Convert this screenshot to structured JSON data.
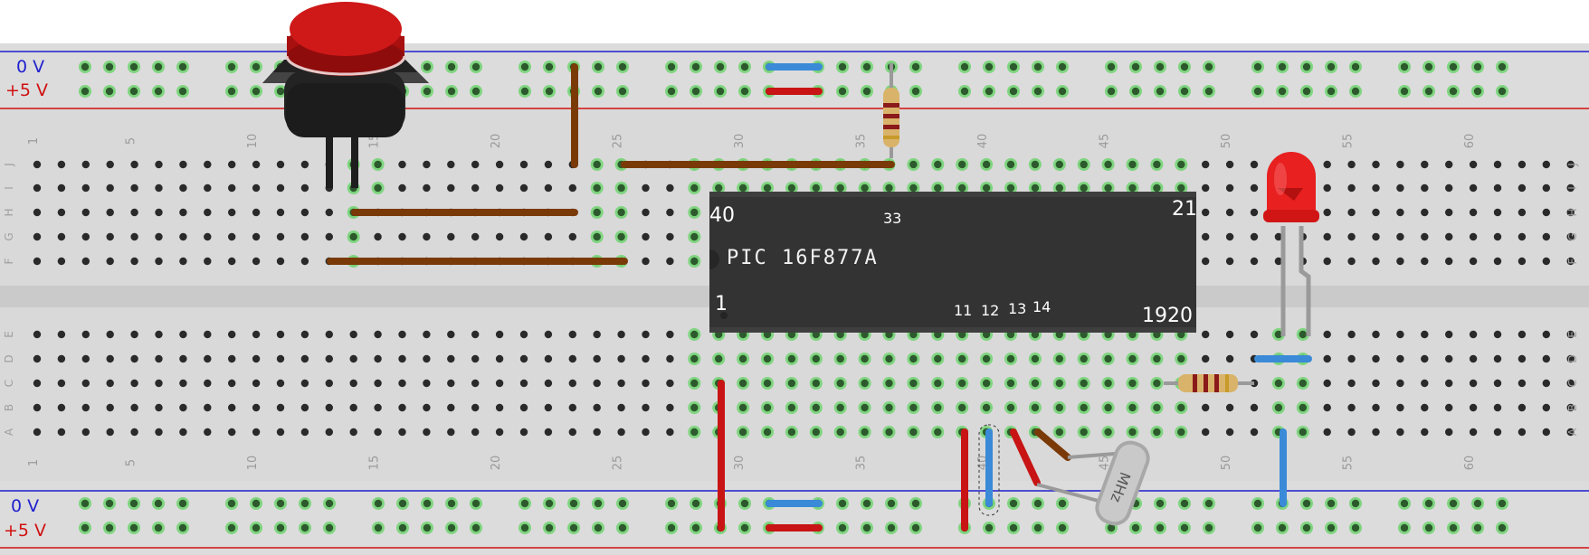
{
  "rails": {
    "top_neg": "0 V",
    "top_pos": "+5 V",
    "bottom_neg": "0 V",
    "bottom_pos": "+5 V"
  },
  "column_numbers": [
    "1",
    "5",
    "10",
    "15",
    "20",
    "25",
    "30",
    "35",
    "40",
    "45",
    "50",
    "55",
    "60"
  ],
  "row_letters_top": [
    "J",
    "I",
    "H",
    "G",
    "F"
  ],
  "row_letters_bottom": [
    "E",
    "D",
    "C",
    "B",
    "A"
  ],
  "chip": {
    "name": "PIC 16F877A",
    "pins": {
      "p40": "40",
      "p33": "33",
      "p21": "21",
      "p1": "1",
      "p11": "11",
      "p12": "12",
      "p13": "13",
      "p14": "14",
      "p1920": "1920"
    }
  },
  "crystal": {
    "label": "MHz"
  },
  "colors": {
    "board": "#d9d9d9",
    "rail_blue": "#1f1fcf",
    "rail_red": "#d11010",
    "wire_brown": "#7a3a08",
    "wire_red": "#c81414",
    "wire_blue": "#3a8ad8",
    "chip": "#333333",
    "led": "#e82020",
    "button_cap": "#c81616",
    "hole_active": "#6fd36f"
  },
  "icons": [
    "push-button-icon",
    "led-icon",
    "resistor-icon",
    "crystal-icon",
    "ic-chip-icon"
  ]
}
